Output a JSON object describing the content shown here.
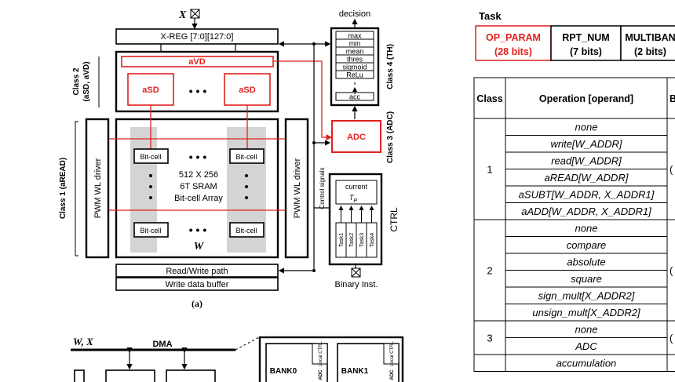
{
  "fig_a": {
    "x_input": "X",
    "xreg": "X-REG [7:0][127:0]",
    "class2_label": "Class 2\n(aSD, aVD)",
    "avd": "aVD",
    "asd": "aSD",
    "dots": "• • •",
    "class1_label": "Class 1 (aREAD)",
    "pwm": "PWM WL driver",
    "bitcell": "Bit-cell",
    "array_line1": "512 X 256",
    "array_line2": "6T SRAM",
    "array_line3": "Bit-cell Array",
    "w_label": "W",
    "rw_path": "Read/Write path",
    "wdb": "Write data buffer",
    "caption": "(a)",
    "decision": "decision",
    "th_items": [
      "max",
      "min",
      "mean",
      "thres",
      "sigmoid",
      "ReLu",
      "acc"
    ],
    "class4_label": "Class 4 (TH)",
    "adc": "ADC",
    "class3_label": "Class 3 (ADC)",
    "control_signals": "Control signals",
    "current": "current",
    "tp": "T",
    "tp_sub": "P",
    "tasks": [
      "Task1",
      "Task2",
      "Task3",
      "Task4"
    ],
    "ctrl": "CTRL",
    "binary": "Binary Inst."
  },
  "fig_b": {
    "wx": "W, X",
    "dma": "DMA",
    "bank0": "BANK0",
    "bank1": "BANK1",
    "local_ctrl": "Local CTRL",
    "adc": "ADC"
  },
  "task_table": {
    "title": "Task",
    "fields": [
      {
        "name": "OP_PARAM",
        "bits": "(28 bits)"
      },
      {
        "name": "RPT_NUM",
        "bits": "(7 bits)"
      },
      {
        "name": "MULTIBAN",
        "bits": "(2 bits)"
      }
    ]
  },
  "op_table": {
    "headers": [
      "Class",
      "Operation [operand]",
      "B"
    ],
    "groups": [
      {
        "class": "1",
        "ops": [
          "none",
          "write[W_ADDR]",
          "read[W_ADDR]",
          "aREAD[W_ADDR]",
          "aSUBT[W_ADDR, X_ADDR1]",
          "aADD[W_ADDR, X_ADDR1]"
        ],
        "suffix": "("
      },
      {
        "class": "2",
        "ops": [
          "none",
          "compare",
          "absolute",
          "square",
          "sign_mult[X_ADDR2]",
          "unsign_mult[X_ADDR2]"
        ],
        "suffix": "("
      },
      {
        "class": "3",
        "ops": [
          "none",
          "ADC"
        ],
        "suffix": "("
      },
      {
        "class": "",
        "ops": [
          "accumulation"
        ],
        "suffix": ""
      }
    ]
  },
  "colors": {
    "accent_red": "#e0211f",
    "gray_fill": "#d4d4d4"
  }
}
